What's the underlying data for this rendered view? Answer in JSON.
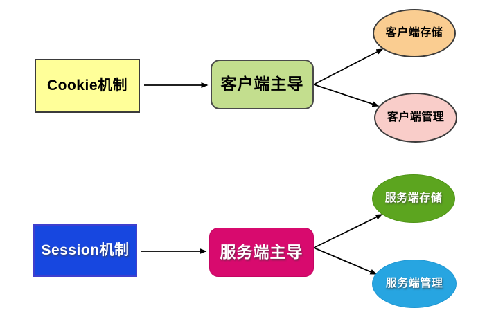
{
  "canvas": {
    "background": "#ffffff",
    "arrow_color": "#000000"
  },
  "nodes": {
    "cookie_box": {
      "label": "Cookie机制",
      "shape": "rectangle",
      "fill": "#ffff99",
      "text_color": "#000000"
    },
    "client_hub": {
      "label": "客户端主导",
      "shape": "rounded-rectangle",
      "fill": "#c3de8e",
      "text_color": "#000000"
    },
    "client_storage": {
      "label": "客户端存储",
      "shape": "ellipse",
      "fill": "#facd91",
      "text_color": "#000000"
    },
    "client_manage": {
      "label": "客户端管理",
      "shape": "ellipse",
      "fill": "#f9cdc9",
      "text_color": "#000000"
    },
    "session_box": {
      "label": "Session机制",
      "shape": "rectangle",
      "fill": "#1747e0",
      "text_color": "#ffffff"
    },
    "server_hub": {
      "label": "服务端主导",
      "shape": "rounded-rectangle",
      "fill": "#d80a6e",
      "text_color": "#ffffff"
    },
    "server_storage": {
      "label": "服务端存储",
      "shape": "ellipse",
      "fill": "#5ca51f",
      "text_color": "#ffffff"
    },
    "server_manage": {
      "label": "服务端管理",
      "shape": "ellipse",
      "fill": "#27a5e1",
      "text_color": "#ffffff"
    }
  },
  "edges": [
    {
      "from": "Cookie机制",
      "to": "客户端主导"
    },
    {
      "from": "客户端主导",
      "to": "客户端存储"
    },
    {
      "from": "客户端主导",
      "to": "客户端管理"
    },
    {
      "from": "Session机制",
      "to": "服务端主导"
    },
    {
      "from": "服务端主导",
      "to": "服务端存储"
    },
    {
      "from": "服务端主导",
      "to": "服务端管理"
    }
  ]
}
